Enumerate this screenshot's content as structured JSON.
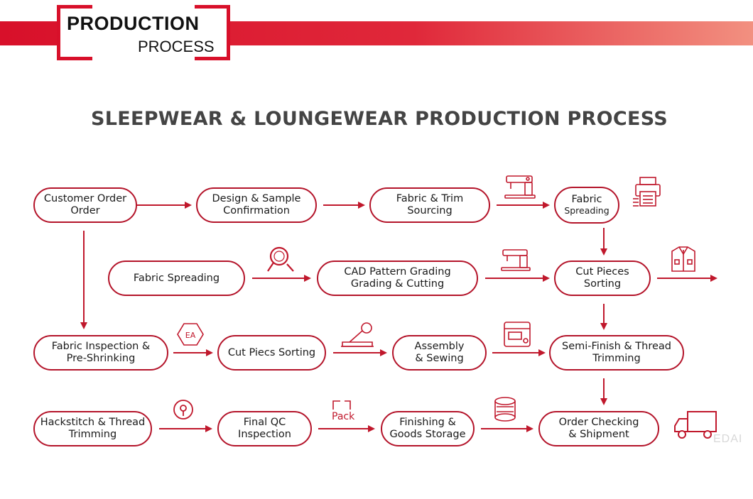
{
  "header": {
    "title_main": "PRODUCTION",
    "title_sub": "PROCESS"
  },
  "heading": "SLEEPWEAR & LOUNGEWEAR PRODUCTION PROCESS",
  "nodes": {
    "customer_order": "Customer Order\nOrder",
    "design_sample": "Design & Sample\nConfirmation",
    "fabric_trim": "Fabric & Trim\nSourcing",
    "fabric_spreading_1": {
      "l1": "Fabric",
      "l2": "Spreading"
    },
    "fabric_spreading_2": "Fabric Spreading",
    "cad_pattern": "CAD Pattern Grading\nGrading & Cutting",
    "cut_pieces_sorting": "Cut Pieces\nSorting",
    "fabric_inspection": "Fabric Inspection &\nPre-Shrinking",
    "cut_piecs_sorting": "Cut Piecs Sorting",
    "assembly": "Assembly\n& Sewing",
    "semi_finish": "Semi-Finish & Thread\nTrimming",
    "hackstitch": "Hackstitch & Thread\nTrimming",
    "final_qc": "Final QC\nInspection",
    "finishing": "Finishing &\nGoods Storage",
    "order_checking": "Order Checking\n& Shipment"
  },
  "icons": {
    "sewing_machine": "sewing-machine-icon",
    "printer": "printer-icon",
    "magnifier": "magnifier-icon",
    "jacket": "jacket-icon",
    "hexagon_tag": "hexagon-tag-icon",
    "cutting_machine": "cutting-machine-icon",
    "location_pin": "location-pin-icon",
    "pack": "pack-icon",
    "thread_spool": "thread-spool-icon",
    "truck": "truck-icon"
  },
  "pack_label": "Pack",
  "hex_label": "EA",
  "watermark": "EDAI",
  "colors": {
    "accent": "#d8102a",
    "node_border": "#b4142a",
    "arrow": "#c0182c",
    "heading": "#444444"
  }
}
